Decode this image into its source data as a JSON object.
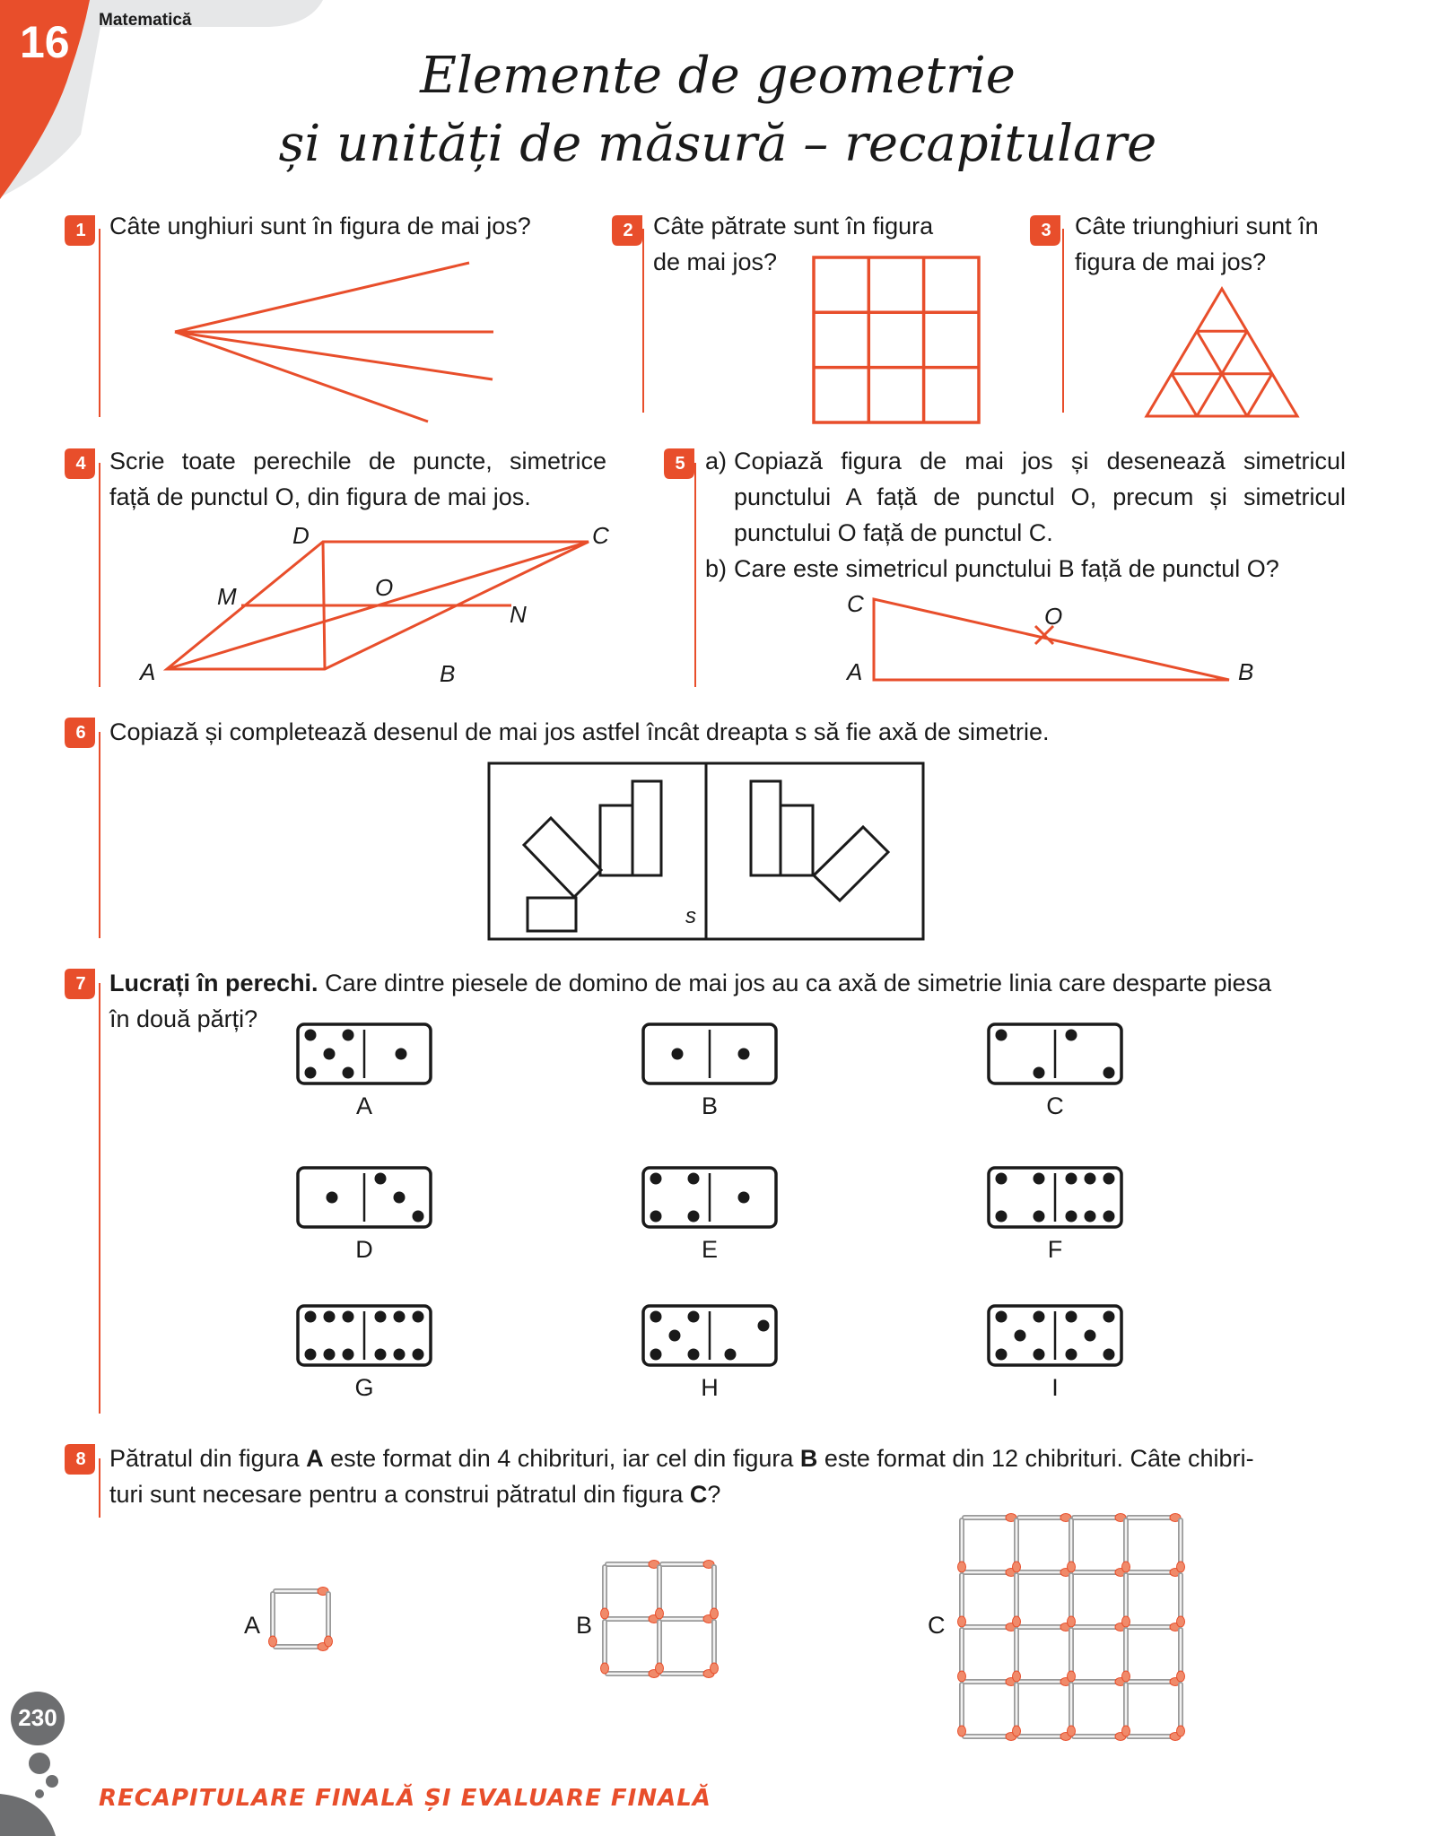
{
  "header": {
    "chapter_number": "16",
    "subject": "Matematică",
    "title_line1": "Elemente de geometrie",
    "title_line2": "și unități de măsură – recapitulare"
  },
  "exercises": {
    "e1": {
      "number": "1",
      "text": "Câte unghiuri sunt în figura de mai jos?"
    },
    "e2": {
      "number": "2",
      "line1": "Câte pătrate sunt în figura",
      "line2": "de mai jos?"
    },
    "e3": {
      "number": "3",
      "line1": "Câte triunghiuri sunt în",
      "line2": "figura de mai jos?"
    },
    "e4": {
      "number": "4",
      "line1": "Scrie toate perechile de puncte, simetrice",
      "line2": "față de punctul O, din figura de mai jos.",
      "points": {
        "A": "A",
        "B": "B",
        "C": "C",
        "D": "D",
        "M": "M",
        "N": "N",
        "O": "O"
      }
    },
    "e5": {
      "number": "5",
      "a_label": "a)",
      "a_line1": "Copiază figura de mai jos și desenează simetricul",
      "a_line2": "punctului A față de punctul O, precum și simetricul",
      "a_line3": "punctului O față de punctul C.",
      "b_label": "b)",
      "b_line": "Care este simetricul punctului B față de punctul O?",
      "points": {
        "A": "A",
        "B": "B",
        "C": "C",
        "O": "O"
      }
    },
    "e6": {
      "number": "6",
      "text": "Copiază și completează desenul de mai jos astfel încât dreapta s să fie axă de simetrie.",
      "axis_label": "s"
    },
    "e7": {
      "number": "7",
      "bold": "Lucrați în perechi.",
      "line1_rest": " Care dintre piesele de domino de mai jos au ca axă de simetrie linia care desparte piesa",
      "line2": "în două părți?",
      "dominoes": [
        {
          "label": "A"
        },
        {
          "label": "B"
        },
        {
          "label": "C"
        },
        {
          "label": "D"
        },
        {
          "label": "E"
        },
        {
          "label": "F"
        },
        {
          "label": "G"
        },
        {
          "label": "H"
        },
        {
          "label": "I"
        }
      ]
    },
    "e8": {
      "number": "8",
      "t1": "Pătratul din figura ",
      "b1": "A",
      "t2": " este format din 4 chibrituri, iar cel din figura ",
      "b2": "B",
      "t3": " este format din 12 chibrituri. Câte chibri-",
      "t4": "turi sunt necesare pentru a construi pătratul din figura ",
      "b3": "C",
      "t5": "?",
      "figure_labels": [
        "A",
        "B",
        "C"
      ]
    }
  },
  "footer": {
    "page_number": "230",
    "section": "RECAPITULARE FINALĂ ȘI EVALUARE FINALĂ"
  },
  "colors": {
    "accent": "#e84e2b",
    "gray": "#cfcfcf",
    "dark_gray": "#6d6e70"
  }
}
